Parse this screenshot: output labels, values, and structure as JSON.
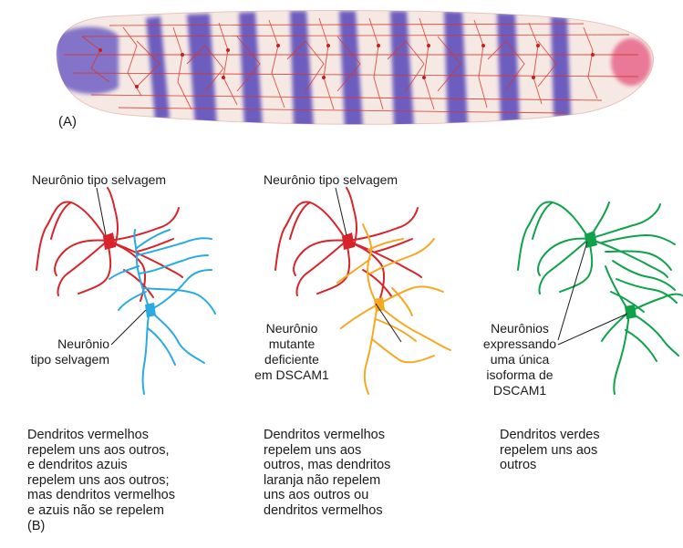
{
  "panel_a": {
    "label": "(A)"
  },
  "panel_b": {
    "label": "(B)",
    "columns": [
      {
        "top_label": "Neurônio tipo selvagem",
        "side_label": [
          "Neurônio",
          "tipo selvagem"
        ],
        "caption": [
          "Dendritos vermelhos",
          "repelem uns aos outros,",
          "e dendritos azuis",
          "repelem uns aos outros;",
          "mas dendritos vermelhos",
          "e azuis não se repelem"
        ]
      },
      {
        "top_label": "Neurônio tipo selvagem",
        "side_label": [
          "Neurônio",
          "mutante",
          "deficiente",
          "em DSCAM1"
        ],
        "caption": [
          "Dendritos vermelhos",
          "repelem uns aos",
          "outros, mas dendritos",
          "laranja não repelem",
          "uns aos outros ou",
          "dendritos vermelhos"
        ]
      },
      {
        "side_label": [
          "Neurônios",
          "expressando",
          "uma única",
          "isoforma de",
          "DSCAM1"
        ],
        "caption": [
          "Dendritos verdes",
          "repelem uns aos",
          "outros"
        ]
      }
    ]
  },
  "colors": {
    "red_neuron": "#d9232a",
    "blue_neuron": "#29abe2",
    "orange_neuron": "#f7a823",
    "green_neuron": "#0fa24a",
    "larva_stripe": "#5b4ec0",
    "larva_body": "#f3e2dc"
  }
}
